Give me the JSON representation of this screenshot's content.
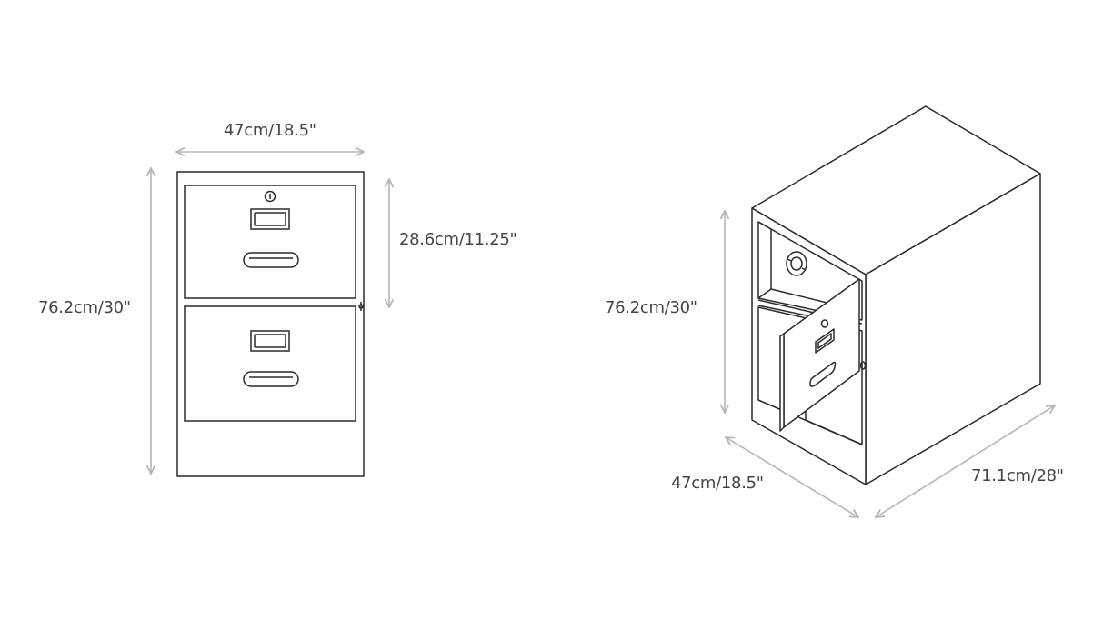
{
  "front_view": {
    "width_label": "47cm/18.5\"",
    "height_label": "76.2cm/30\"",
    "drawer_height_label": "28.6cm/11.25\""
  },
  "iso_view": {
    "height_label": "76.2cm/30\"",
    "width_label": "47cm/18.5\"",
    "depth_label": "71.1cm/28\""
  },
  "colors": {
    "line": "#2b2b2b",
    "dimension": "#b5b5b5",
    "text": "#444444"
  }
}
